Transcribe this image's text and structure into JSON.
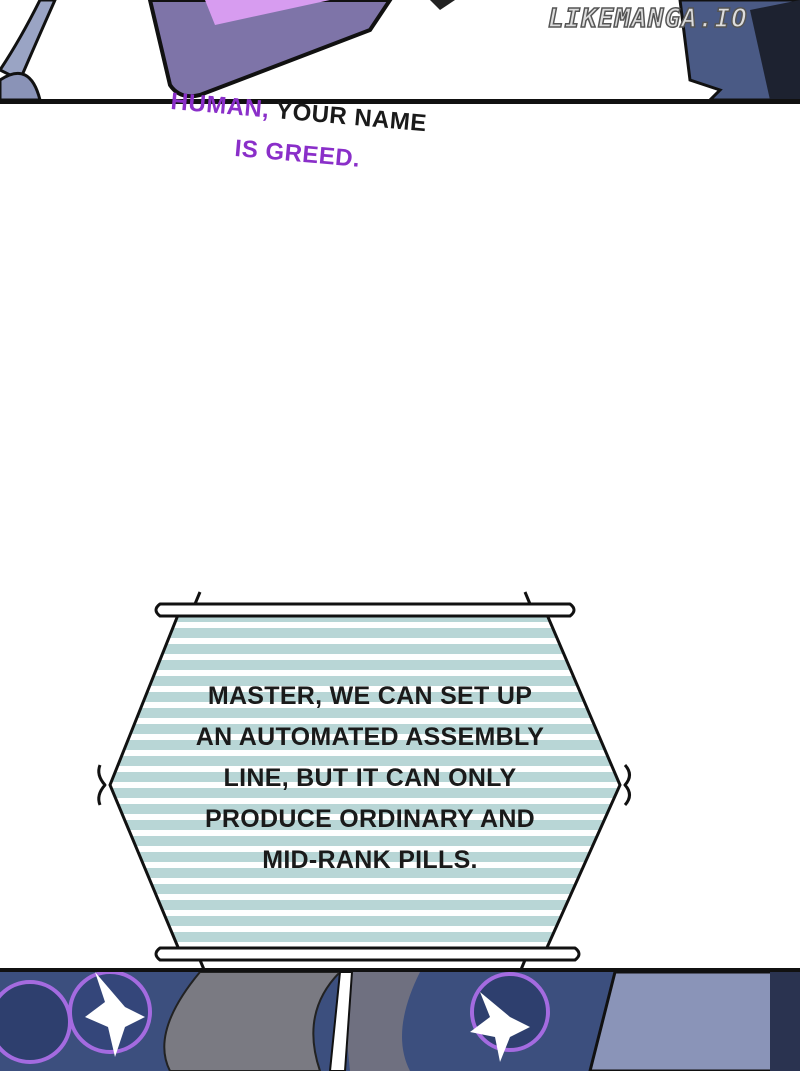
{
  "watermark": "LIKEMANGA.IO",
  "narration": {
    "line1_purple": "HUMAN,",
    "line1_dark": " YOUR NAME",
    "line2": "IS GREED."
  },
  "bubble": {
    "lines": [
      "MASTER, WE CAN SET UP",
      "AN AUTOMATED ASSEMBLY",
      "LINE, BUT IT CAN ONLY",
      "PRODUCE ORDINARY AND",
      "MID-RANK PILLS."
    ]
  },
  "colors": {
    "purple": "#8a2fc9",
    "stripe": "#b8d6d6",
    "bg_dark": "#3c4f7e"
  }
}
